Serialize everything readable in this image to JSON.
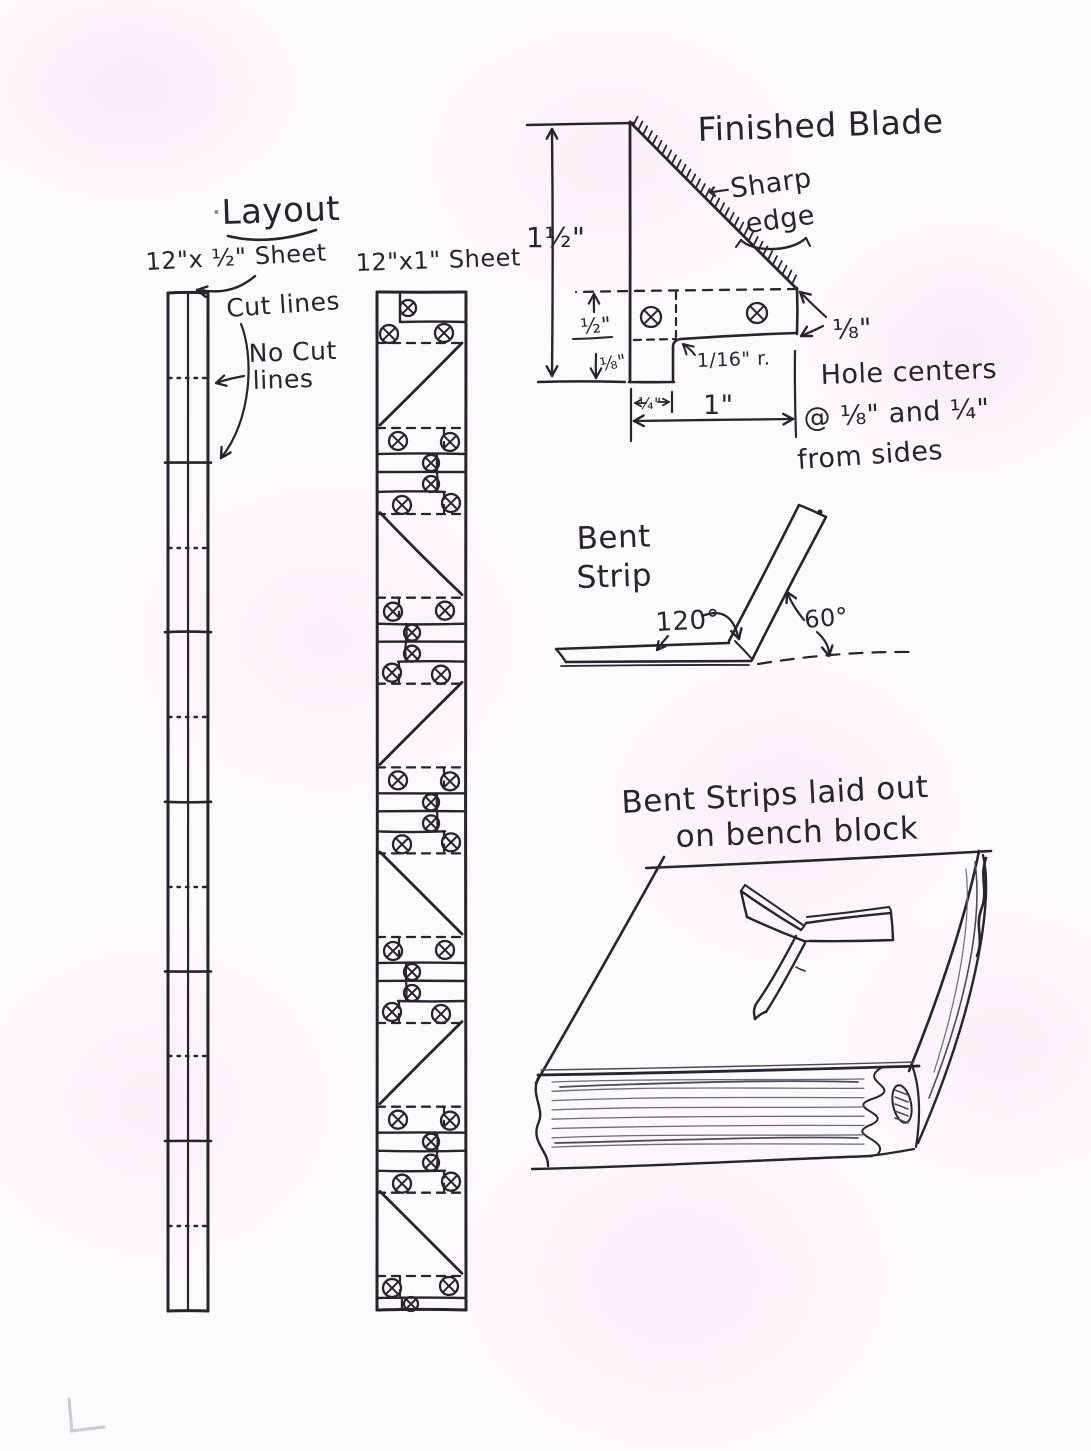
{
  "colors": {
    "ink": "#29222f",
    "pencil": "#6f6880",
    "pencil_dark": "#4e4760",
    "smudge": "#cfc8d6",
    "paper": "#fdfafc"
  },
  "layout_section": {
    "title": "Layout",
    "sheet_half_label": "12\"x ½\" Sheet",
    "cut_lines_label": "Cut lines",
    "no_cut_label_line1": "No Cut",
    "no_cut_label_line2": "lines",
    "sheet_one_label": "12\"x1\" Sheet"
  },
  "finished_blade": {
    "title": "Finished Blade",
    "sharp_edge_line1": "←Sharp",
    "sharp_edge_line2": "edge",
    "height_dim": "1½\"",
    "tang_height_dim": "½\"",
    "notch_dim": "⅛\"",
    "thickness_dim": "⅛\"",
    "radius_note": "1/16\" r.",
    "quarter_dim": "¼\"",
    "width_dim": "1\"",
    "holes_note_line1": "Hole centers",
    "holes_note_line2": "@ ⅛\" and ¼\"",
    "holes_note_line3": "from sides"
  },
  "bent_strip": {
    "label_line1": "Bent",
    "label_line2": "Strip",
    "inner_angle": "120°",
    "outer_angle": "60°"
  },
  "bench_block": {
    "title_line1": "Bent Strips laid out",
    "title_line2": "on bench block"
  }
}
